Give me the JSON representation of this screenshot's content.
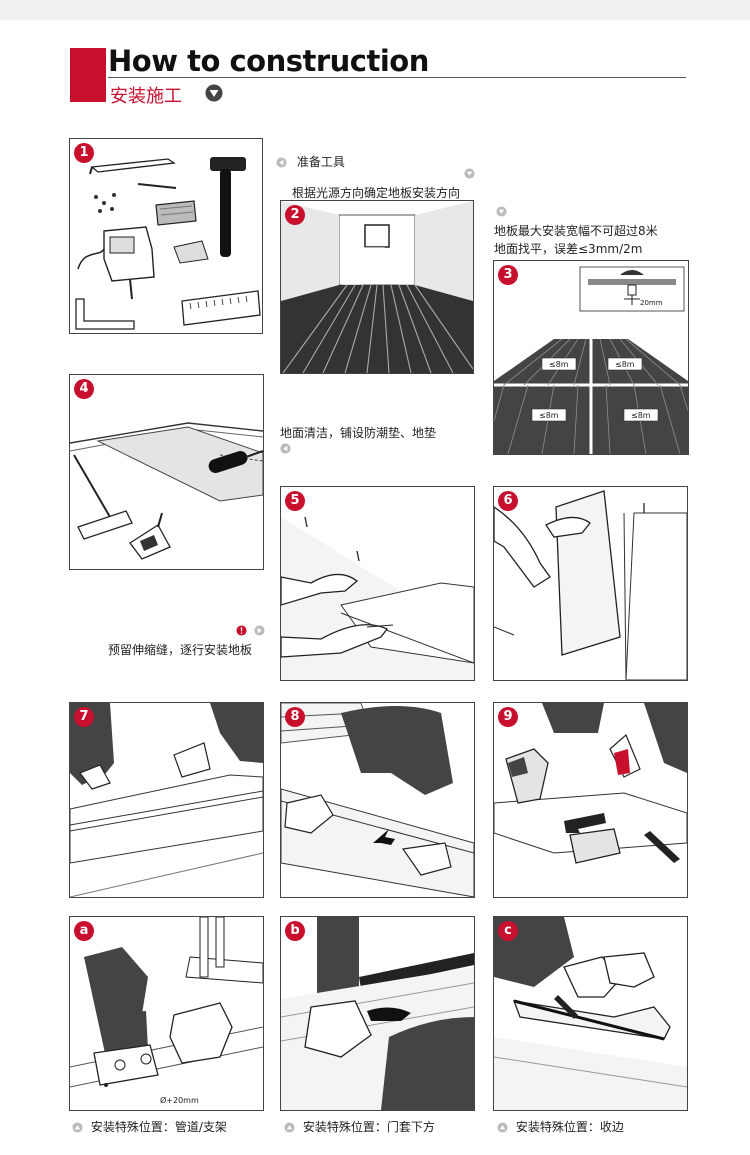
{
  "header": {
    "title_en": "How to construction",
    "title_cn": "安装施工"
  },
  "steps": {
    "s1": {
      "badge": "1",
      "caption": "准备工具"
    },
    "s2": {
      "badge": "2",
      "caption": "根据光源方向确定地板安装方向"
    },
    "s3": {
      "badge": "3",
      "caption_line1": "地板最大安装宽幅不可超过8米",
      "caption_line2": "地面找平，误差≤3mm/2m",
      "label_20mm": "20mm",
      "label_8m": "≤8m"
    },
    "s4": {
      "badge": "4",
      "caption": "地面清洁，铺设防潮垫、地垫"
    },
    "s5": {
      "badge": "5",
      "caption": "预留伸缩缝，逐行安装地板"
    },
    "s6": {
      "badge": "6"
    },
    "s7": {
      "badge": "7"
    },
    "s8": {
      "badge": "8"
    },
    "s9": {
      "badge": "9"
    },
    "sa": {
      "badge": "a",
      "caption": "安装特殊位置：管道/支架",
      "label": "Ø+20mm"
    },
    "sb": {
      "badge": "b",
      "caption": "安装特殊位置：门套下方"
    },
    "sc": {
      "badge": "c",
      "caption": "安装特殊位置：收边"
    }
  },
  "colors": {
    "brand_red": "#c8102e",
    "icon_gray": "#999999"
  }
}
